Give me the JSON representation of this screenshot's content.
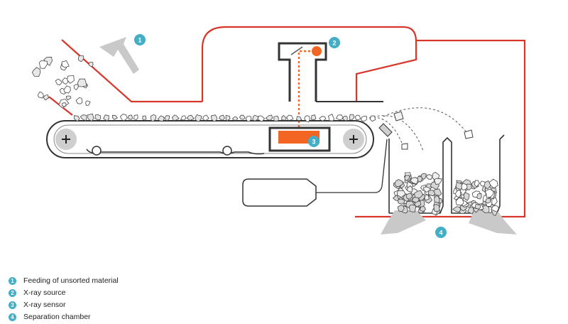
{
  "colors": {
    "accent": "#43aec6",
    "housing": "#d9362b",
    "xray": "#f26522",
    "outline": "#333333",
    "arrow": "#c9c9c9"
  },
  "markers": [
    {
      "number": "1"
    },
    {
      "number": "2"
    },
    {
      "number": "3"
    },
    {
      "number": "4"
    }
  ],
  "legend": [
    {
      "number": "1",
      "label": "Feeding of unsorted material"
    },
    {
      "number": "2",
      "label": "X-ray source"
    },
    {
      "number": "3",
      "label": "X-ray sensor"
    },
    {
      "number": "4",
      "label": "Separation chamber"
    }
  ]
}
